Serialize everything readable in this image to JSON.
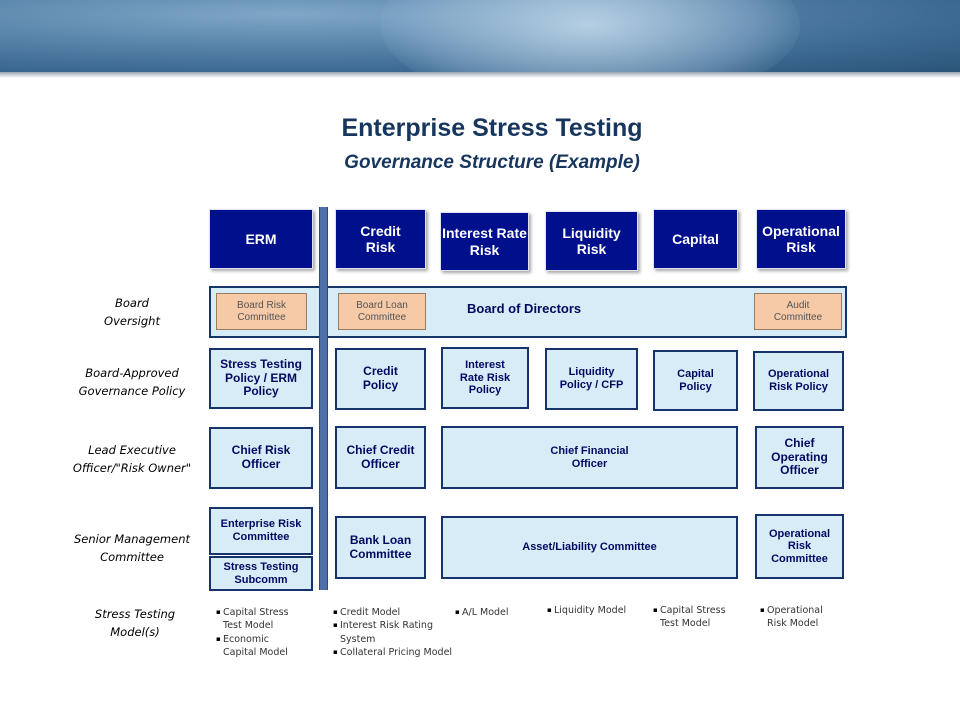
{
  "title": "Enterprise Stress Testing",
  "subtitle": "Governance Structure (Example)",
  "row_labels": {
    "board_oversight": [
      "Board",
      "Oversight"
    ],
    "policy": [
      "Board-Approved",
      "Governance Policy"
    ],
    "executive": [
      "Lead Executive",
      "Officer/\"Risk Owner\""
    ],
    "committee": [
      "Senior Management",
      "Committee"
    ],
    "models": [
      "Stress Testing",
      "Model(s)"
    ]
  },
  "headers": {
    "erm": "ERM",
    "credit": [
      "Credit",
      "Risk"
    ],
    "interest": [
      "Interest Rate",
      "Risk"
    ],
    "liquidity": [
      "Liquidity",
      "Risk"
    ],
    "capital": "Capital",
    "operational": [
      "Operational",
      "Risk"
    ]
  },
  "board": {
    "name": "Board of Directors",
    "risk_committee": [
      "Board Risk",
      "Committee"
    ],
    "loan_committee": [
      "Board Loan",
      "Committee"
    ],
    "audit_committee": [
      "Audit",
      "Committee"
    ]
  },
  "policies": {
    "erm": [
      "Stress Testing",
      "Policy / ERM",
      "Policy"
    ],
    "credit": [
      "Credit",
      "Policy"
    ],
    "interest": [
      "Interest",
      "Rate Risk",
      "Policy"
    ],
    "liquidity": [
      "Liquidity",
      "Policy / CFP"
    ],
    "capital": [
      "Capital",
      "Policy"
    ],
    "operational": [
      "Operational",
      "Risk Policy"
    ]
  },
  "executives": {
    "cro": [
      "Chief Risk",
      "Officer"
    ],
    "cco": [
      "Chief Credit",
      "Officer"
    ],
    "cfo": [
      "Chief Financial",
      "Officer"
    ],
    "coo": [
      "Chief",
      "Operating",
      "Officer"
    ]
  },
  "committees": {
    "erc": [
      "Enterprise Risk",
      "Committee"
    ],
    "stc": [
      "Stress Testing",
      "Subcomm"
    ],
    "blc": [
      "Bank Loan",
      "Committee"
    ],
    "alco": "Asset/Liability Committee",
    "orc": [
      "Operational",
      "Risk",
      "Committee"
    ]
  },
  "models": {
    "erm": [
      [
        "Capital Stress",
        "Test Model"
      ],
      [
        "Economic",
        "Capital Model"
      ]
    ],
    "credit": [
      [
        "Credit Model"
      ],
      [
        "Interest Risk Rating",
        "System"
      ],
      [
        "Collateral Pricing Model"
      ]
    ],
    "interest": [
      [
        "A/L Model"
      ]
    ],
    "liquidity": [
      [
        "Liquidity Model"
      ]
    ],
    "capital": [
      [
        "Capital Stress",
        "Test Model"
      ]
    ],
    "operational": [
      [
        "Operational",
        "Risk Model"
      ]
    ]
  },
  "colors": {
    "header_fill": "#000f8c",
    "box_fill": "#d8ecf8",
    "box_border": "#17336b",
    "committee_fill": "#f6c9a7",
    "title_color": "#17365d",
    "divider_bar": "#4f6fa8"
  }
}
